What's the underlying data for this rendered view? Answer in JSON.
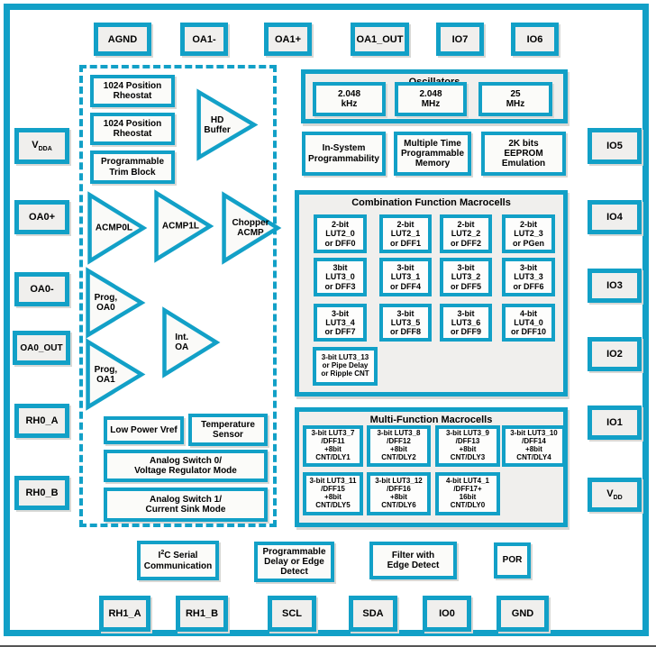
{
  "colors": {
    "teal": "#12A0C7",
    "section_fill": "#F0EFED",
    "cell_fill": "#FDFDFC"
  },
  "pins": {
    "top": [
      "AGND",
      "OA1-",
      "OA1+",
      "OA1_OUT",
      "IO7",
      "IO6"
    ],
    "left": {
      "vdda_main": "V",
      "vdda_sub": "DDA",
      "oa0_plus": "OA0+",
      "oa0_minus": "OA0-",
      "oa0_out": "OA0_OUT",
      "rh0_a": "RH0_A",
      "rh0_b": "RH0_B"
    },
    "right": {
      "io5": "IO5",
      "io4": "IO4",
      "io3": "IO3",
      "io2": "IO2",
      "io1": "IO1",
      "vdd_main": "V",
      "vdd_sub": "DD"
    },
    "bottom": [
      "RH1_A",
      "RH1_B",
      "SCL",
      "SDA",
      "IO0",
      "GND"
    ]
  },
  "analog": {
    "rheostat1": "1024 Position\nRheostat",
    "rheostat2": "1024 Position\nRheostat",
    "trim": "Programmable\nTrim Block",
    "hd_buffer": "HD\nBuffer",
    "acmp0": "ACMP0L",
    "acmp1": "ACMP1L",
    "chopper": "Chopper\nACMP",
    "prog_oa0": "Prog,\nOA0",
    "int_oa": "Int.\nOA",
    "prog_oa1": "Prog,\nOA1",
    "vref": "Low Power Vref",
    "temp": "Temperature\nSensor",
    "switch0": "Analog Switch 0/\nVoltage Regulator Mode",
    "switch1": "Analog Switch 1/\nCurrent Sink Mode"
  },
  "oscillators": {
    "title": "Oscillators",
    "freqs": [
      "2.048\nkHz",
      "2.048\nMHz",
      "25\nMHz"
    ]
  },
  "memory": {
    "isp": "In-System\nProgrammability",
    "mtp": "Multiple Time\nProgrammable\nMemory",
    "eeprom": "2K bits\nEEPROM\nEmulation"
  },
  "combination": {
    "title": "Combination Function Macrocells",
    "cells": [
      "2-bit\nLUT2_0\nor DFF0",
      "2-bit\nLUT2_1\nor DFF1",
      "2-bit\nLUT2_2\nor DFF2",
      "2-bit\nLUT2_3\nor PGen",
      "3bit\nLUT3_0\nor DFF3",
      "3-bit\nLUT3_1\nor DFF4",
      "3-bit\nLUT3_2\nor DFF5",
      "3-bit\nLUT3_3\nor DFF6",
      "3-bit\nLUT3_4\nor DFF7",
      "3-bit\nLUT3_5\nor DFF8",
      "3-bit\nLUT3_6\nor DFF9",
      "4-bit\nLUT4_0\nor DFF10",
      "3-bit LUT3_13\nor Pipe Delay\nor Ripple CNT"
    ]
  },
  "multifunction": {
    "title": "Multi-Function Macrocells",
    "cells": [
      "3-bit LUT3_7\n/DFF11\n+8bit\nCNT/DLY1",
      "3-bit LUT3_8\n/DFF12\n+8bit\nCNT/DLY2",
      "3-bit LUT3_9\n/DFF13\n+8bit\nCNT/DLY3",
      "3-bit LUT3_10\n/DFF14\n+8bit\nCNT/DLY4",
      "3-bit LUT3_11\n/DFF15\n+8bit\nCNT/DLY5",
      "3-bit LUT3_12\n/DFF16\n+8bit\nCNT/DLY6",
      "4-bit LUT4_1\n/DFF17+\n16bit\nCNT/DLY0"
    ]
  },
  "bottom_blocks": {
    "i2c_pre": "I",
    "i2c_sup": "2",
    "i2c_post": "C Serial\nCommunication",
    "prog_delay": "Programmable\nDelay or Edge\nDetect",
    "filter": "Filter with\nEdge Detect",
    "por": "POR"
  }
}
